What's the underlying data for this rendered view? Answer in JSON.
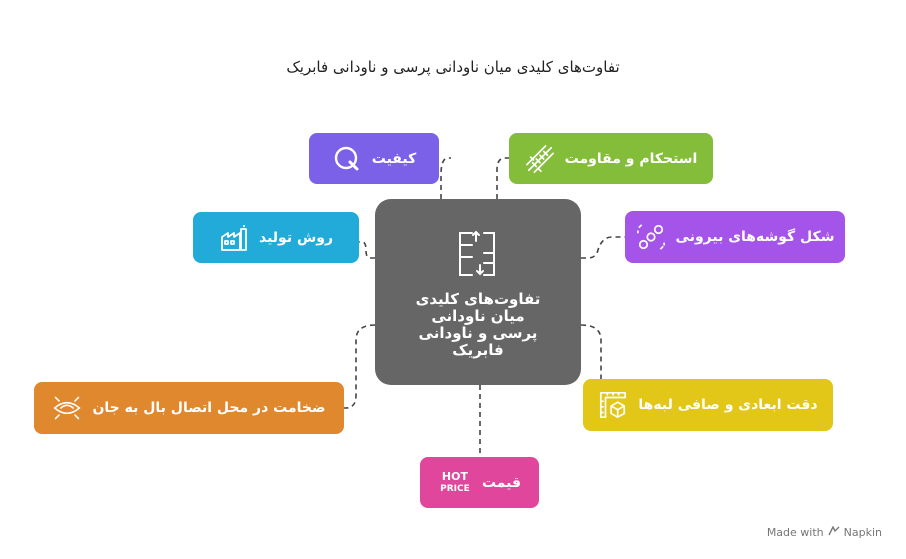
{
  "title": "تفاوت‌های کلیدی میان ناودانی پرسی و ناودانی فابریک",
  "center": {
    "label": "تفاوت‌های کلیدی میان ناودانی پرسی و ناودانی فابریک",
    "icon": "channel-profiles-icon",
    "color": "#666666"
  },
  "nodes": {
    "quality": {
      "label": "کیفیت",
      "icon": "quality-q-icon",
      "color": "#7B61E8"
    },
    "strength": {
      "label": "استحکام و مقاومت",
      "icon": "strength-fibers-icon",
      "color": "#84BD3A"
    },
    "production": {
      "label": "روش تولید",
      "icon": "factory-icon",
      "color": "#22AAD9"
    },
    "corners": {
      "label": "شکل گوشه‌های بیرونی",
      "icon": "corner-nodes-icon",
      "color": "#A454E8"
    },
    "thickness": {
      "label": "ضخامت در محل اتصال بال به جان",
      "icon": "thickness-eye-icon",
      "color": "#E0882E"
    },
    "precision": {
      "label": "دقت ابعادی و صافی لبه‌ها",
      "icon": "ruler-cube-icon",
      "color": "#E2C618"
    },
    "price": {
      "label": "قیمت",
      "icon": "hot-price-icon",
      "icon_text_1": "HOT",
      "icon_text_2": "PRICE",
      "color": "#E0479C"
    }
  },
  "footer": {
    "text": "Made with",
    "brand": "Napkin"
  }
}
